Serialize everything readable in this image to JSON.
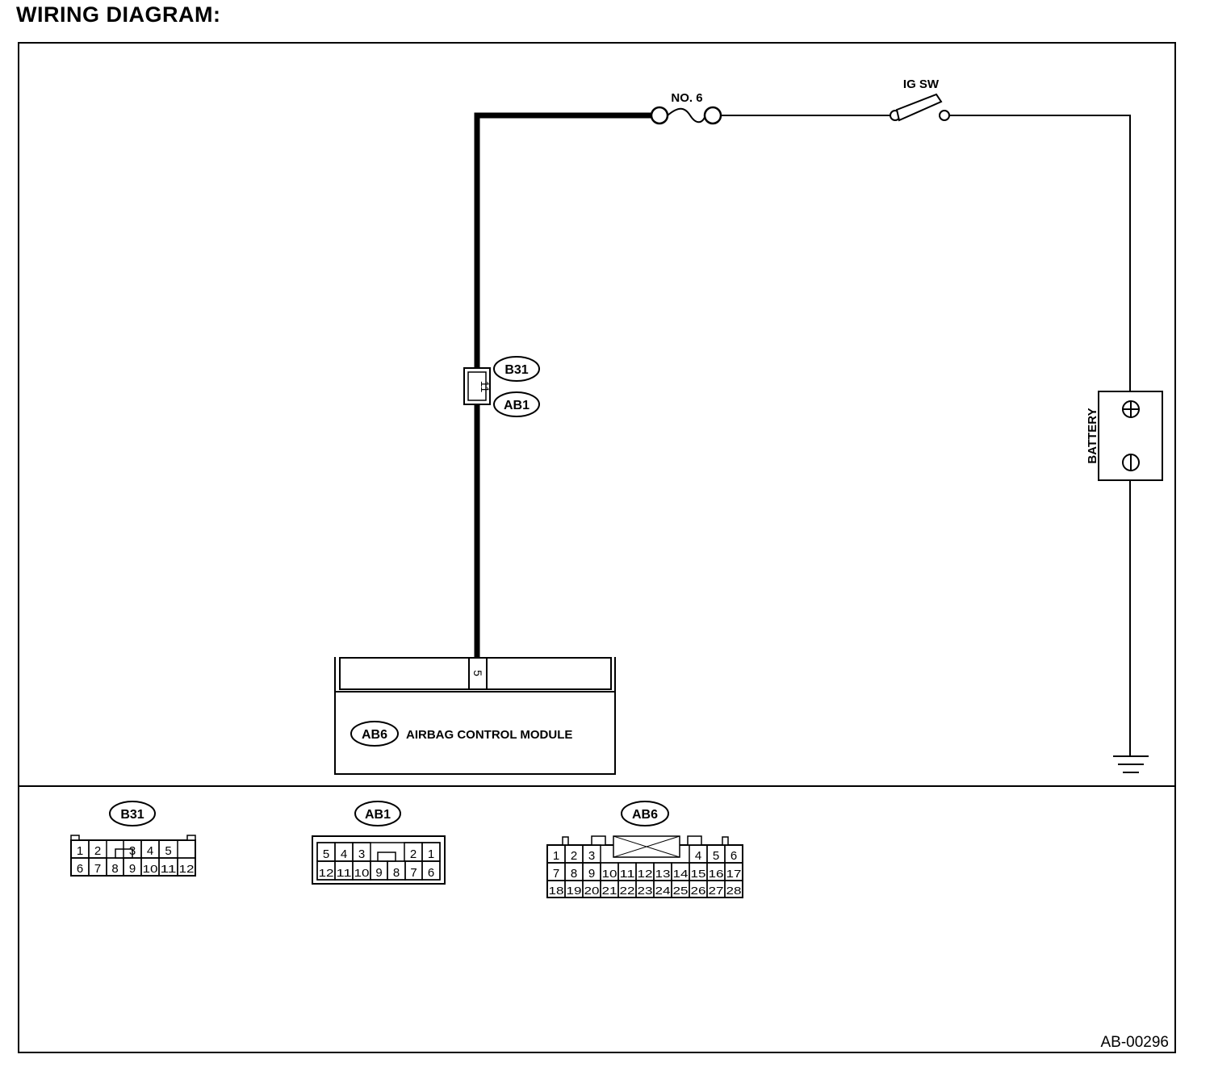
{
  "page_title": "WIRING DIAGRAM:",
  "figure_id": "AB-00296",
  "fuse_label": "NO. 6",
  "switch_label": "IG SW",
  "battery_label": "BATTERY",
  "battery_plus": "⊕",
  "battery_minus": "⊖",
  "joint_connector": {
    "pin": "11",
    "upper_tag": "B31",
    "lower_tag": "AB1"
  },
  "module": {
    "tag": "AB6",
    "name": "AIRBAG CONTROL MODULE",
    "pin": "5"
  },
  "connector_b31": {
    "tag": "B31",
    "row1": [
      "1",
      "2",
      "",
      "3",
      "4",
      "5"
    ],
    "row2": [
      "6",
      "7",
      "8",
      "9",
      "10",
      "11",
      "12"
    ]
  },
  "connector_ab1": {
    "tag": "AB1",
    "row1": [
      "5",
      "4",
      "3",
      "",
      "2",
      "1"
    ],
    "row2": [
      "12",
      "11",
      "10",
      "9",
      "8",
      "7",
      "6"
    ]
  },
  "connector_ab6": {
    "tag": "AB6",
    "row1": [
      "1",
      "2",
      "3",
      "4",
      "5",
      "6"
    ],
    "row2": [
      "7",
      "8",
      "9",
      "10",
      "11",
      "12",
      "13",
      "14",
      "15",
      "16",
      "17"
    ],
    "row3": [
      "18",
      "19",
      "20",
      "21",
      "22",
      "23",
      "24",
      "25",
      "26",
      "27",
      "28"
    ]
  }
}
